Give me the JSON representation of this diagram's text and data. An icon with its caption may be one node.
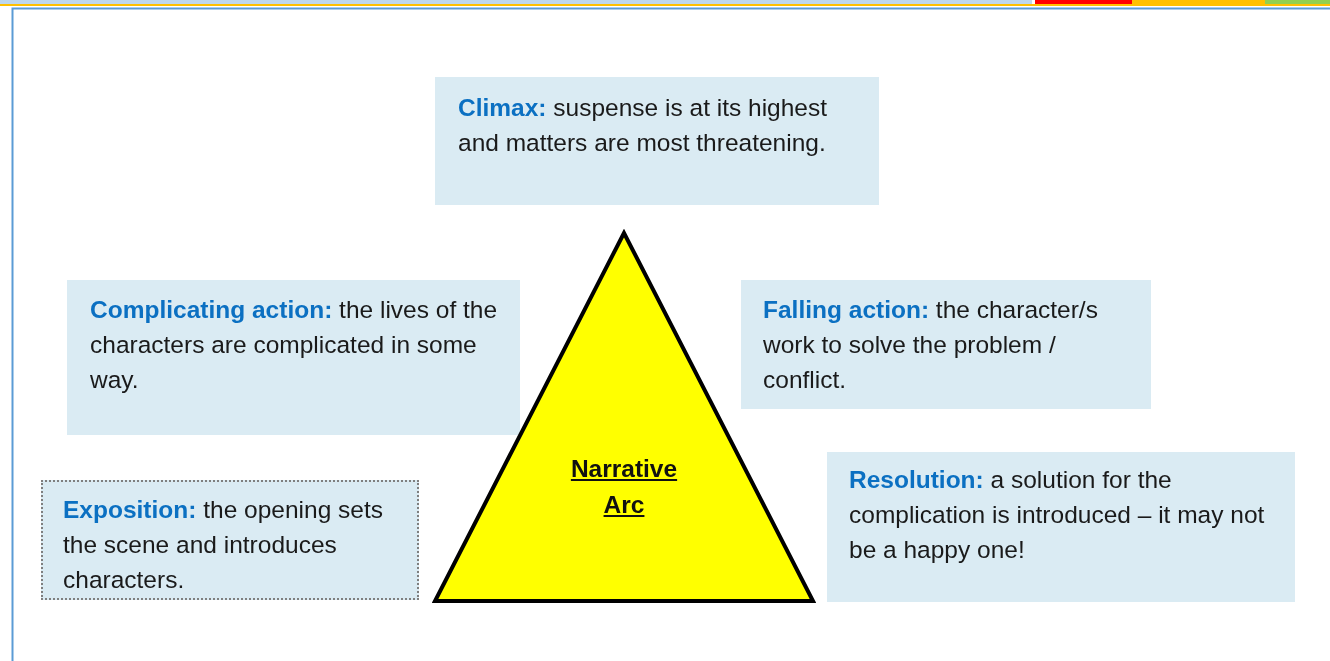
{
  "diagram": {
    "nodes": [
      {
        "text": [
          "**Climax:** suspense is at its highest and matters are most threatening."
        ]
      },
      {
        "text": [
          "**Complicating action:** the lives of the characters are complicated in some way."
        ]
      },
      {
        "text": [
          "**Falling action:** the character/s work to solve the problem / conflict."
        ]
      },
      {
        "text": [
          "Narrative Arc"
        ]
      },
      {
        "text": [
          "**Exposition:** the opening sets the scene and introduces characters."
        ]
      },
      {
        "text": [
          "**Resolution:** a solution for the complication is introduced – it may not be a happy one!"
        ]
      }
    ]
  }
}
